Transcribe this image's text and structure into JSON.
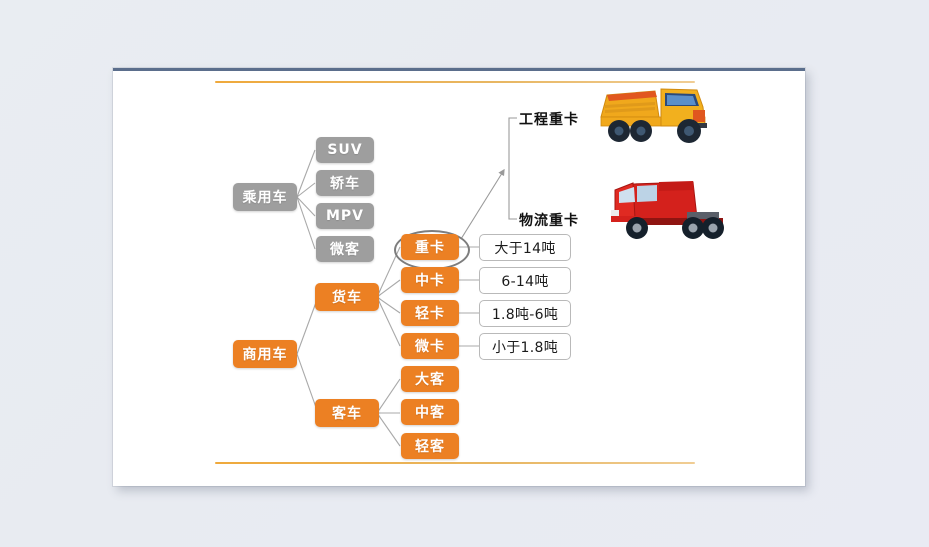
{
  "slide": {
    "title_rule": "orange-divider",
    "background_color": "#e9edf2",
    "card_color": "#ffffff",
    "card_top_border_color": "#5b6e8c",
    "rule_color": "#efa93c"
  },
  "palette": {
    "gray_node": "#9e9e9e",
    "orange_node": "#ec8023",
    "connector": "#a9a9a9",
    "highlight_ellipse": "#7d7d7d",
    "weight_box_border": "#b9b9b9"
  },
  "diagram": {
    "roots": [
      {
        "id": "passenger",
        "label": "乘用车",
        "color": "gray"
      },
      {
        "id": "commercial",
        "label": "商用车",
        "color": "orange"
      }
    ],
    "mid_nodes": [
      {
        "id": "truck",
        "label": "货车",
        "color": "orange"
      },
      {
        "id": "bus",
        "label": "客车",
        "color": "orange"
      }
    ],
    "passenger_children": [
      {
        "id": "suv",
        "label": "SUV",
        "color": "gray"
      },
      {
        "id": "sedan",
        "label": "轿车",
        "color": "gray"
      },
      {
        "id": "mpv",
        "label": "MPV",
        "color": "gray"
      },
      {
        "id": "microbus",
        "label": "微客",
        "color": "gray"
      }
    ],
    "truck_children": [
      {
        "id": "heavy",
        "label": "重卡",
        "color": "orange",
        "weight": "大于14吨",
        "highlighted": true
      },
      {
        "id": "medium",
        "label": "中卡",
        "color": "orange",
        "weight": "6-14吨",
        "highlighted": false
      },
      {
        "id": "light",
        "label": "轻卡",
        "color": "orange",
        "weight": "1.8吨-6吨",
        "highlighted": false
      },
      {
        "id": "mini",
        "label": "微卡",
        "color": "orange",
        "weight": "小于1.8吨",
        "highlighted": false
      }
    ],
    "bus_children": [
      {
        "id": "large-bus",
        "label": "大客",
        "color": "orange"
      },
      {
        "id": "medium-bus",
        "label": "中客",
        "color": "orange"
      },
      {
        "id": "light-bus",
        "label": "轻客",
        "color": "orange"
      }
    ],
    "heavy_truck_types": [
      {
        "id": "engineering",
        "label": "工程重卡",
        "image": "dump-truck-yellow"
      },
      {
        "id": "logistics",
        "label": "物流重卡",
        "image": "tractor-truck-red"
      }
    ]
  }
}
